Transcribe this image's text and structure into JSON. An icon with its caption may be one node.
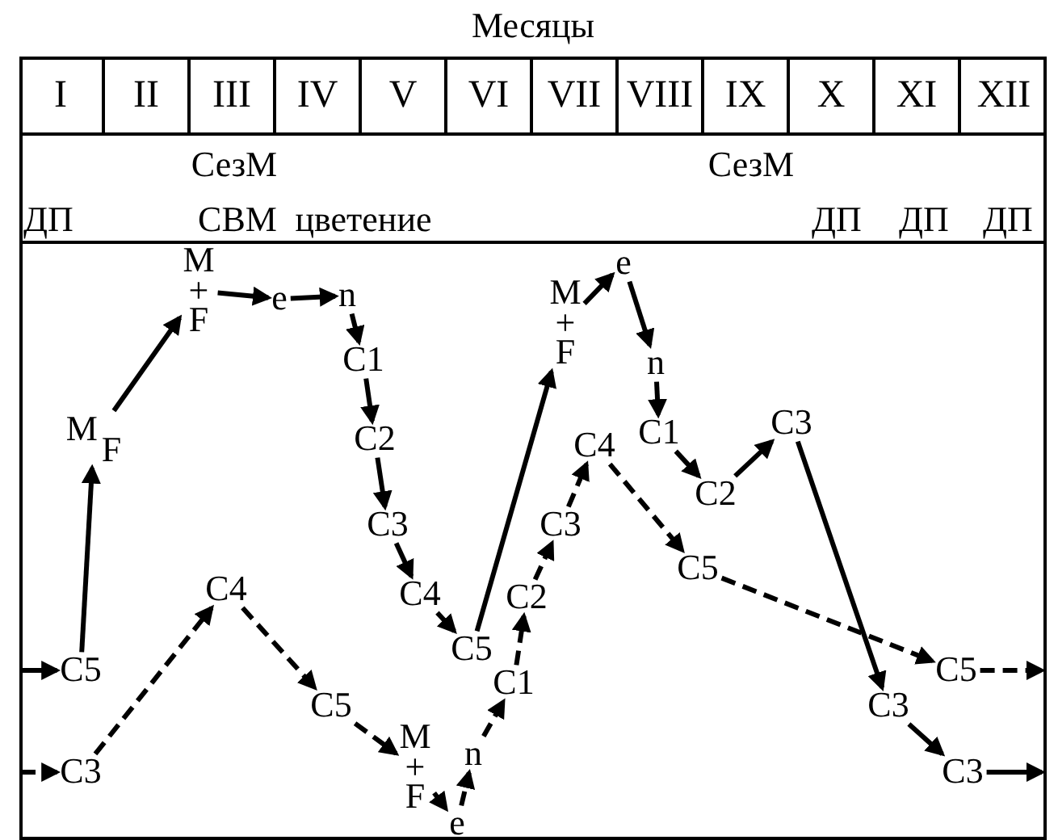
{
  "diagram": {
    "nodes": [
      {
        "text": [
          "C5"
        ]
      },
      {
        "text": [
          "M",
          "F"
        ]
      },
      {
        "text": [
          "M + F"
        ]
      },
      {
        "text": [
          "e"
        ]
      },
      {
        "text": [
          "n"
        ]
      },
      {
        "text": [
          "C1"
        ]
      },
      {
        "text": [
          "C2"
        ]
      },
      {
        "text": [
          "C3"
        ]
      },
      {
        "text": [
          "C4"
        ]
      },
      {
        "text": [
          "C5"
        ]
      },
      {
        "text": [
          "M + F"
        ]
      },
      {
        "text": [
          "e"
        ]
      },
      {
        "text": [
          "n"
        ]
      },
      {
        "text": [
          "C1"
        ]
      },
      {
        "text": [
          "C2"
        ]
      },
      {
        "text": [
          "C3"
        ]
      },
      {
        "text": [
          "C3"
        ]
      },
      {
        "text": [
          "C3"
        ]
      },
      {
        "text": [
          "C3"
        ]
      },
      {
        "text": [
          "C4"
        ]
      },
      {
        "text": [
          "C5"
        ]
      },
      {
        "text": [
          "M + F"
        ]
      },
      {
        "text": [
          "e"
        ]
      },
      {
        "text": [
          "n"
        ]
      },
      {
        "text": [
          "C1"
        ]
      },
      {
        "text": [
          "C2"
        ]
      },
      {
        "text": [
          "C3"
        ]
      },
      {
        "text": [
          "C4"
        ]
      },
      {
        "text": [
          "C5"
        ]
      },
      {
        "text": [
          "C5"
        ]
      }
    ],
    "edges": [
      {
        "from": null,
        "to": 0,
        "arrow": "to"
      },
      {
        "from": 0,
        "to": 1,
        "arrow": "to"
      },
      {
        "from": 1,
        "to": 2,
        "arrow": "to"
      },
      {
        "from": 2,
        "to": 3,
        "arrow": "to"
      },
      {
        "from": 3,
        "to": 4,
        "arrow": "to"
      },
      {
        "from": 4,
        "to": 5,
        "arrow": "to"
      },
      {
        "from": 5,
        "to": 6,
        "arrow": "to"
      },
      {
        "from": 6,
        "to": 7,
        "arrow": "to"
      },
      {
        "from": 7,
        "to": 8,
        "arrow": "to"
      },
      {
        "from": 8,
        "to": 9,
        "arrow": "to"
      },
      {
        "from": 9,
        "to": 10,
        "arrow": "to"
      },
      {
        "from": 10,
        "to": 11,
        "arrow": "to"
      },
      {
        "from": 11,
        "to": 12,
        "arrow": "to"
      },
      {
        "from": 12,
        "to": 13,
        "arrow": "to"
      },
      {
        "from": 13,
        "to": 14,
        "arrow": "to"
      },
      {
        "from": 14,
        "to": 15,
        "arrow": "to"
      },
      {
        "from": 15,
        "to": 16,
        "arrow": "to"
      },
      {
        "from": 16,
        "to": 17,
        "arrow": "to"
      },
      {
        "from": 17,
        "to": null,
        "arrow": "to"
      },
      {
        "from": null,
        "to": 18,
        "arrow": "to",
        "style": "dashed"
      },
      {
        "from": 18,
        "to": 19,
        "arrow": "to",
        "style": "dashed"
      },
      {
        "from": 19,
        "to": 20,
        "arrow": "to",
        "style": "dashed"
      },
      {
        "from": 20,
        "to": 21,
        "arrow": "to",
        "style": "dashed"
      },
      {
        "from": 21,
        "to": 22,
        "arrow": "to",
        "style": "dashed"
      },
      {
        "from": 22,
        "to": 23,
        "arrow": "to",
        "style": "dashed"
      },
      {
        "from": 23,
        "to": 24,
        "arrow": "to",
        "style": "dashed"
      },
      {
        "from": 24,
        "to": 25,
        "arrow": "to",
        "style": "dashed"
      },
      {
        "from": 25,
        "to": 26,
        "arrow": "to",
        "style": "dashed"
      },
      {
        "from": 26,
        "to": 27,
        "arrow": "to",
        "style": "dashed"
      },
      {
        "from": 27,
        "to": 28,
        "arrow": "to",
        "style": "dashed"
      },
      {
        "from": 28,
        "to": 29,
        "arrow": "to",
        "style": "dashed"
      },
      {
        "from": 29,
        "to": null,
        "arrow": "to",
        "style": "dashed"
      }
    ],
    "labels": [
      "Месяцы",
      "I",
      "II",
      "III",
      "IV",
      "V",
      "VI",
      "VII",
      "VIII",
      "IX",
      "X",
      "XI",
      "XII",
      "СезМ",
      "СезМ",
      "ДП",
      "СВМ",
      "цветение",
      "ДП",
      "ДП",
      "ДП"
    ]
  }
}
